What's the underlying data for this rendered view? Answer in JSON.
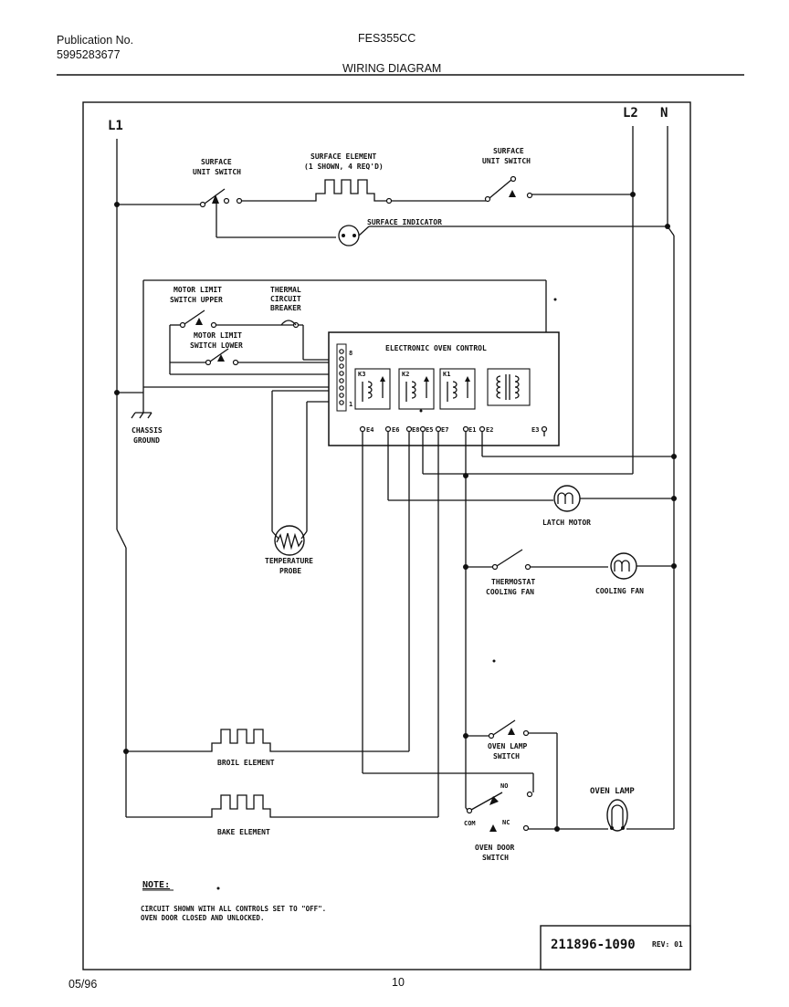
{
  "header": {
    "publication_label": "Publication No.",
    "publication_number": "5995283677",
    "model": "FES355CC",
    "section_title": "WIRING DIAGRAM"
  },
  "lines": {
    "l1": "L1",
    "l2": "L2",
    "n": "N"
  },
  "components": {
    "surface_unit_switch_left": [
      "SURFACE",
      "UNIT SWITCH"
    ],
    "surface_element": [
      "SURFACE ELEMENT",
      "(1 SHOWN, 4 REQ'D)"
    ],
    "surface_unit_switch_right": [
      "SURFACE",
      "UNIT SWITCH"
    ],
    "surface_indicator": "SURFACE INDICATOR",
    "motor_limit_switch_upper": [
      "MOTOR LIMIT",
      "SWITCH UPPER"
    ],
    "thermal_circuit_breaker": [
      "THERMAL",
      "CIRCUIT",
      "BREAKER"
    ],
    "motor_limit_switch_lower": [
      "MOTOR LIMIT",
      "SWITCH LOWER"
    ],
    "electronic_oven_control": "ELECTRONIC OVEN CONTROL",
    "connector_pins": {
      "top": "8",
      "bottom": "1"
    },
    "relays": [
      "K3",
      "K2",
      "K1"
    ],
    "terminals": [
      "E4",
      "E6",
      "E8",
      "E5",
      "E7",
      "E1",
      "E2",
      "E3"
    ],
    "chassis_ground": [
      "CHASSIS",
      "GROUND"
    ],
    "temperature_probe": [
      "TEMPERATURE",
      "PROBE"
    ],
    "latch_motor": "LATCH MOTOR",
    "thermostat_cooling_fan": [
      "THERMOSTAT",
      "COOLING FAN"
    ],
    "cooling_fan": "COOLING FAN",
    "oven_lamp_switch": [
      "OVEN LAMP",
      "SWITCH"
    ],
    "broil_element": "BROIL ELEMENT",
    "oven_lamp": "OVEN LAMP",
    "door_switch_labels": {
      "no": "NO",
      "com": "COM",
      "nc": "NC"
    },
    "bake_element": "BAKE ELEMENT",
    "oven_door_switch": [
      "OVEN DOOR",
      "SWITCH"
    ]
  },
  "note": {
    "heading": "NOTE:",
    "lines": [
      "CIRCUIT SHOWN WITH ALL CONTROLS SET TO \"OFF\".",
      "OVEN DOOR CLOSED AND UNLOCKED."
    ]
  },
  "part_number": "211896-1090",
  "revision": "REV: 01",
  "footer": {
    "date": "05/96",
    "page": "10"
  }
}
